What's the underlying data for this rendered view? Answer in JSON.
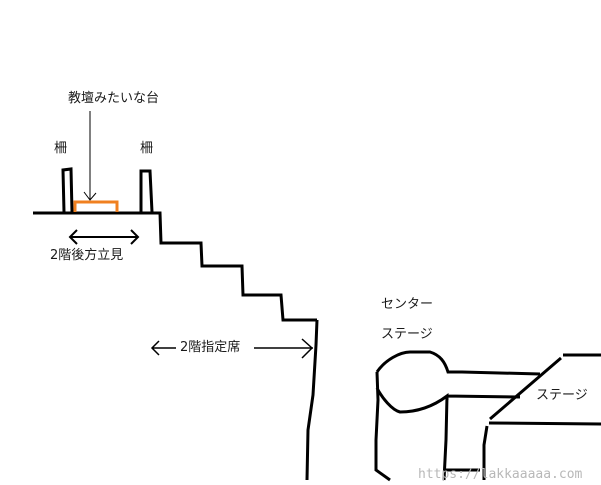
{
  "labels": {
    "podium": "教壇みたいな台",
    "fence_left": "柵",
    "fence_right": "柵",
    "standing_area": "2階後方立見",
    "reserved_seats": "2階指定席",
    "center_stage_line1": "センター",
    "center_stage_line2": "ステージ",
    "stage": "ステージ"
  },
  "watermark": "https://lakkaaaaa.com",
  "colors": {
    "line": "#000000",
    "podium": "#f08020",
    "text": "#1a1a1a",
    "watermark": "#b8b8b8",
    "background": "#ffffff"
  }
}
